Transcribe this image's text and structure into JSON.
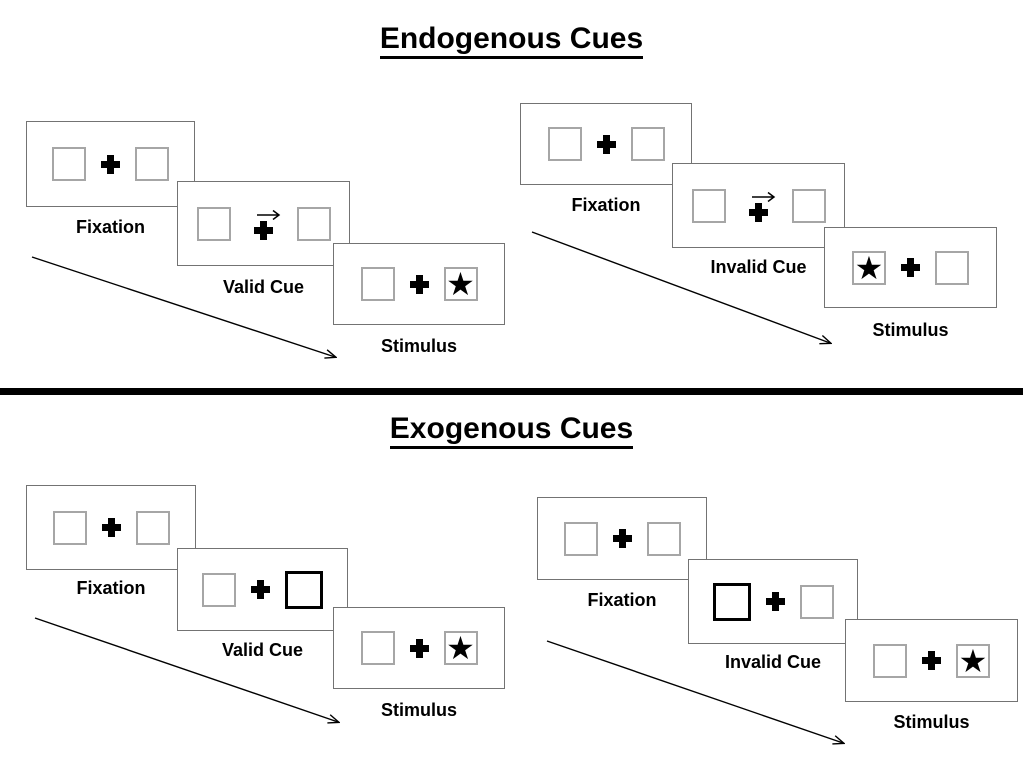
{
  "icons": {
    "star": "★",
    "cue_arrow": "right-arrow",
    "fixation_cross": "heavy-plus"
  },
  "colors": {
    "background": "#ffffff",
    "text": "#000000",
    "screen_border": "#737373",
    "square_border": "#a6a6a6",
    "bold_square_border": "#000000",
    "divider": "#000000",
    "arrow": "#000000"
  },
  "sections": [
    {
      "title": "Endogenous Cues",
      "panels": [
        {
          "id": "endogenous-valid",
          "cue_type": "central-arrow-right",
          "stimulus_side": "right",
          "steps": [
            {
              "label": "Fixation"
            },
            {
              "label": "Valid Cue"
            },
            {
              "label": "Stimulus"
            }
          ]
        },
        {
          "id": "endogenous-invalid",
          "cue_type": "central-arrow-right",
          "stimulus_side": "left",
          "steps": [
            {
              "label": "Fixation"
            },
            {
              "label": "Invalid Cue"
            },
            {
              "label": "Stimulus"
            }
          ]
        }
      ]
    },
    {
      "title": "Exogenous Cues",
      "panels": [
        {
          "id": "exogenous-valid",
          "cue_type": "peripheral-bold-box-right",
          "stimulus_side": "right",
          "steps": [
            {
              "label": "Fixation"
            },
            {
              "label": "Valid Cue"
            },
            {
              "label": "Stimulus"
            }
          ]
        },
        {
          "id": "exogenous-invalid",
          "cue_type": "peripheral-bold-box-left",
          "stimulus_side": "right",
          "steps": [
            {
              "label": "Fixation"
            },
            {
              "label": "Invalid Cue"
            },
            {
              "label": "Stimulus"
            }
          ]
        }
      ]
    }
  ]
}
